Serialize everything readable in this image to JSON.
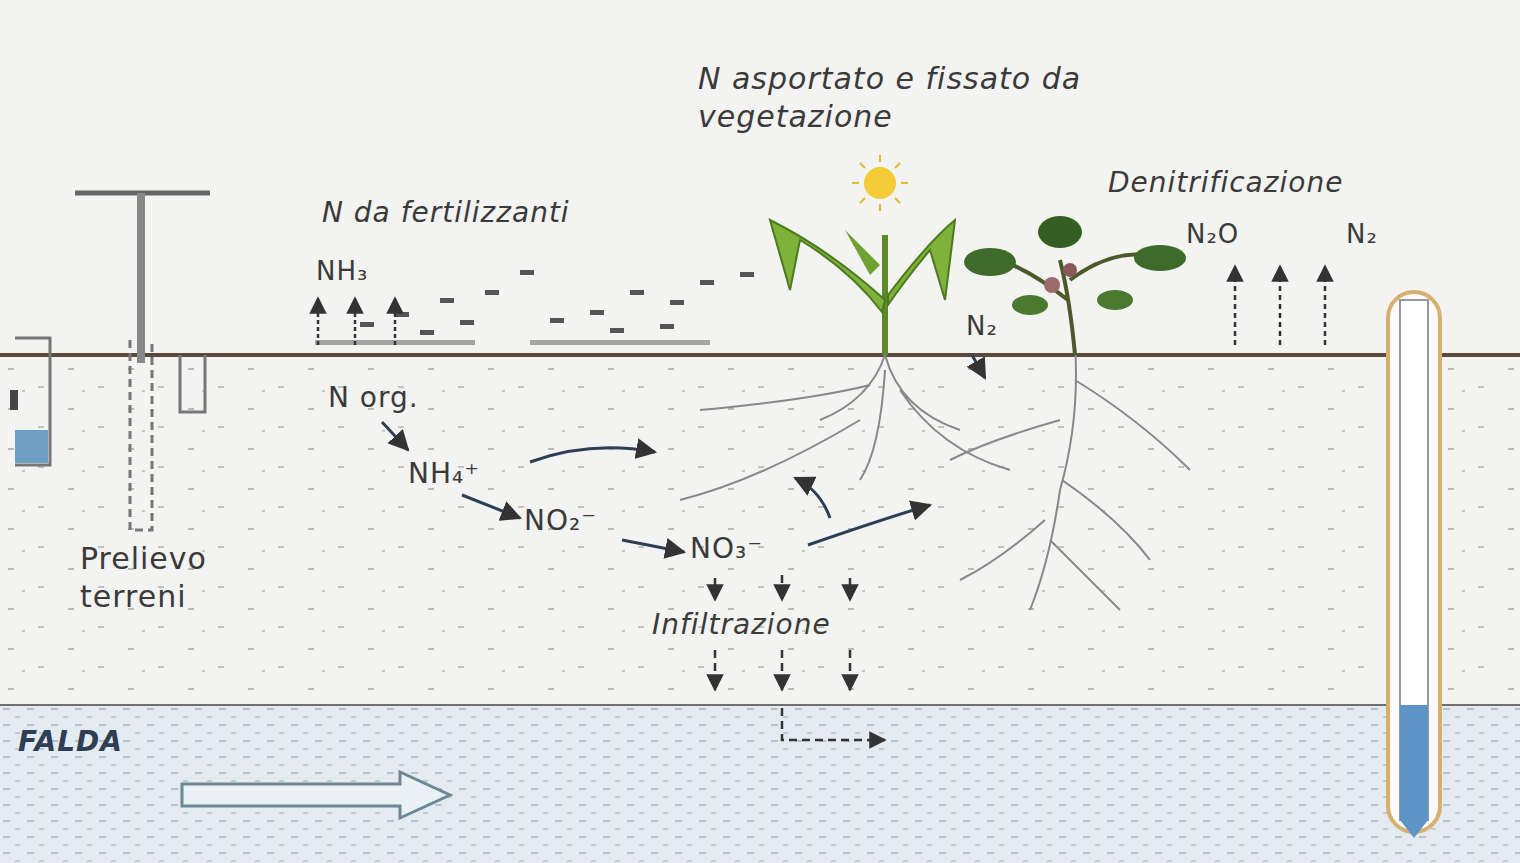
{
  "diagram": {
    "labels": [
      "N asportato e fissato da vegetazione",
      "Denitrificazione",
      "N₂O",
      "N₂",
      "N da fertilizzanti",
      "NH₃",
      "N₂",
      "N org.",
      "NH₄⁺",
      "NO₂⁻",
      "NO₃⁻",
      "Prelievo terreni",
      "Infiltrazione",
      "FALDA"
    ]
  }
}
